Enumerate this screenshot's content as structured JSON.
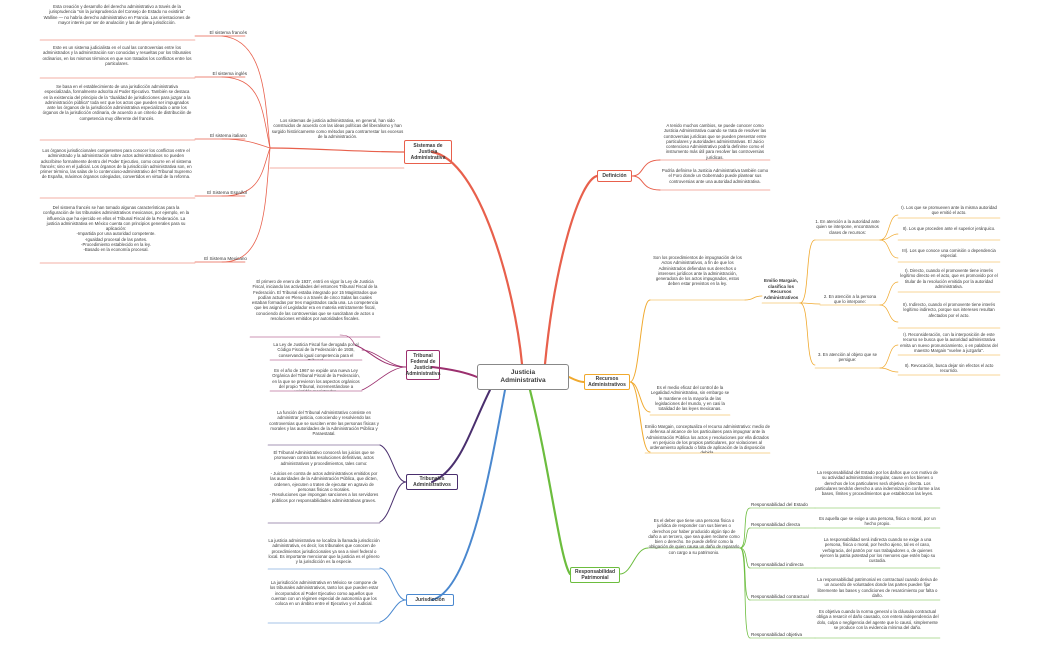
{
  "center_title": "Justicia\nAdministrativa",
  "colors": {
    "sistemas": "#e8604c",
    "definicion": "#e8604c",
    "tribunal_federal": "#9b2f6e",
    "tribunales": "#4a2f6e",
    "jurisdiccion": "#4a88cf",
    "recursos": "#f0a92e",
    "responsabilidad": "#6cbd3e"
  },
  "sistemas": {
    "title": "Sistemas de\nJusticia\nAdministrativa",
    "summary": "Los sistemas de justicia administrativa, en general, han sido construidos de acuerdo con las ideas políticas del liberalismo y han surgido históricamente como métodos para contrarrestar los excesos de la administración.",
    "frances_label": "El sistema francés",
    "frances_text": "Esta creación y desarrollo del derecho administrativo a través de la jurisprudencia \"sin la jurisprudencia del Consejo de Estado no existiría\" Walline — no habría derecho administrativo en Francia. Las orientaciones de mayor interés por ser de anulación y las de plena jurisdicción.",
    "ingles_label": "El sistema inglés",
    "ingles_text": "Este es un sistema judicialista en el cual las controversias entre los administrados y la administración son conocidas y resueltas por los tribunales ordinarios, en los mismos términos en que son tratados los conflictos entre los particulares.",
    "italiano_label": "El sistema italiano",
    "italiano_text": "Se basa en el establecimiento de una jurisdicción administrativa especializada, formalmente adscrita al Poder Ejecutivo. También se destaca en la existencia del principio de la \"dualidad de jurisdicciones para juzgar a la administración pública\" toda vez que los actos que pueden ser impugnados ante los órganos de la jurisdicción administrativa especializada o ante los órganos de la jurisdicción ordinaria, de acuerdo a un criterio de distribución de competencia muy diferente del francés.",
    "espanol_label": "El Sistema Español",
    "espanol_text": "Los órganos jurisdiccionales competentes para conocer los conflictos entre el administrado y la administración sobre actos administrativos no pueden adscribirse formalmente dentro del Poder Ejecutivo, como ocurre en el sistema francés; sino en el judicial. Los órganos de la jurisdicción administrativa son, en primer término, las salas de lo contencioso-administrativo del Tribunal Supremo de España, máximos órganos colegiados, convertidos en virtud de la reforma.",
    "mexicano_label": "El Sistema Mexicano",
    "mexicano_text": "Del sistema francés se han tomado algunas características para la configuración de los tribunales administrativos mexicanos, por ejemplo, en la influencia que ha ejercido en ellos el Tribunal Fiscal de la Federación. La justicia administrativa en México cuenta con principios generales para su aplicación:\n-Impartida por una autoridad competente.\n-Igualdad procesal de las partes.\n-Procedimiento establecido en la ley.\n-Basado en la economía procesal."
  },
  "tribunal_federal": {
    "title": "Tribunal\nFederal de\nJusticia\nAdministrativa",
    "text1": "El primero de enero de 1937, entró en vigor la Ley de Justicia Fiscal, iniciando las actividades del entonces Tribunal Fiscal de la Federación. El Tribunal estaba integrado por 15 Magistrados que podían actuar en Pleno o a través de cinco Salas las cuales estaban formadas por tres magistrados cada una. La competencia que les asignó el Legislador era en materia estrictamente fiscal, conociendo de las controversias que se suscitaban de actos o resoluciones emitidos por autoridades fiscales.",
    "text2": "La Ley de Justicia Fiscal fue derogada por el Código Fiscal de la Federación de 1938, conservando igual competencia para el Tribunal.",
    "text3": "En el año de 1967 se expide una nueva Ley Orgánica del Tribunal Fiscal de la Federación, en la que se previeron los aspectos orgánicos del propio Tribunal, incrementándose a veintidós magistrados."
  },
  "tribunales": {
    "title": "Tribunales\nAdministrativos",
    "text1": "La función del Tribunal Administrativo consiste en administrar justicia, conociendo y resolviendo las controversias que se susciten entre las personas físicas y morales y las autoridades de la Administración Pública y Paraestatal.",
    "text2": "El Tribunal Administrativo conocerá los juicios que se promuevan contra las resoluciones definitivas, actos administrativos y procedimientos, tales como:\n\n- Juicios en contra de actos administrativos emitidos por las autoridades de la Administración Pública, que dicten, ordenen, ejecuten o traten de ejecutar en agravio de personas físicas o morales.\n- Resoluciones que impongan sanciones a los servidores públicos por responsabilidades administrativas graves."
  },
  "jurisdiccion": {
    "title": "Jurisdicción",
    "text1": "La justicia administrativa se localiza la llamada jurisdicción administrativa, es decir, los tribunales que conocen de procedimientos jurisdiccionales ya sea a nivel federal o local. Es importante mencionar que la justicia es el género y la jurisdicción es la especie.",
    "text2": "La jurisdicción administrativa en México se compone de los tribunales administrativos, tanto los que pueden estar incorporados al Poder Ejecutivo como aquellos que cuentan con un régimen especial de autonomía que los coloca en un ámbito entre el Ejecutivo y el Judicial."
  },
  "definicion": {
    "title": "Definición",
    "text1": "A tenido muchos cambios, se puede conocer como Justicia Administrativa cuando se trata de resolver las controversias jurídicas que se pueden presentar entre particulares y autoridades administrativas. El Juicio contencioso Administrativo podría definirse como el instrumento más útil para resolver las controversias jurídicas.",
    "text2": "Podría definirse la Justicia Administrativa también como el Foro donde un Gobernado puede plantear sus controversias ante una autoridad administrativa."
  },
  "recursos": {
    "title": "Recursos\nAdministrativos",
    "intro": "Son los procedimientos de impugnación de los Actos Administrativos, a fin de que los Administrados defiendan sus derechos o intereses jurídicos ante la administración, generadora de los actos impugnados, estos deben estar previstos en la ley.",
    "control": "Es el medio eficaz del control de la Legalidad Administrativa, sin embargo se le mantiene en la mayoría de las legislaciones del mundo, y en casi la totalidad de las leyes mexicanas.",
    "margain": "Emilio Margain, conceptualiza el recurso administrativo: medio de defensa al alcance de los particulares para impugnar ante la Administración Pública los actos y resoluciones por ella dictados en perjuicio de los propios particulares, por violaciones al ordenamiento aplicado o falta de aplicación de la disposición debida.",
    "clasif_title": "Emilio Margain,\nclasifica los\nRecursos\nAdministrativos",
    "c1": "1. En atención a la autoridad ante quien se interpone, encontramos clases de recursos:",
    "c1a": "I). Los que se promueven ante la misma autoridad que emitió el acto.",
    "c1b": "II). Los que proceden ante el superior jerárquico.",
    "c1c": "III). Los que conoce una comisión o dependencia especial.",
    "c2": "2. En atención a la persona que lo interpone:",
    "c2a": "I). Directo, cuando el promovente tiene interés legítimo directo en el acto, que es promovido por el titular de la resolución emitida por la autoridad administrativa.",
    "c2b": "II). Indirecto, cuando el promovente tiene interés legítimo indirecto, porque sus intereses resultan afectados por el acto.",
    "c3": "3. En atención al objeto que se persigue:",
    "c3a": "I). Reconsideración, con la interposición de este recurso se busca que la autoridad administrativa emita un nuevo pronunciamiento, o en palabras del maestro Margain \"vuelve a juzgarla\".",
    "c3b": "II). Revocación, busca dejar sin efectos el acto recurrido."
  },
  "responsabilidad": {
    "title": "Responsabilidad\nPatrimonial",
    "intro": "Es el deber que tiene una persona física o jurídica de responder con sus bienes o derechos por haber producido algún tipo de daño a un tercero, que sea quien reclame como bien o derecho. Se puede definir como la obligación de quien causa un daño de repararlo con cargo a su patrimonio.",
    "estado_label": "Responsabilidad del Estado",
    "estado_text": "La responsabilidad del Estado por los daños que con motivo de su actividad administrativa irregular, cause en los bienes o derechos de los particulares será objetiva y directa. Los particulares tendrán derecho a una indemnización conforme a las bases, límites y procedimientos que establezcan las leyes.",
    "directa_label": "Responsabilidad directa",
    "directa_text": "Es aquella que se exige a una persona, física o moral, por un hecho propio.",
    "indirecta_label": "Responsabilidad indirecta",
    "indirecta_text": "La responsabilidad será indirecta cuando se exige a una persona, física o moral, por hecho ajeno, tal es el caso, verbigracia, del patrón por sus trabajadores o, de quienes ejercen la patria potestad por los menores que estén bajo su custodia.",
    "contractual_label": "Responsabilidad contractual",
    "contractual_text": "La responsabilidad patrimonial es contractual cuando deriva de un acuerdo de voluntades donde las partes pueden fijar libremente las bases y condiciones de resarcimiento por falta o daño.",
    "objetiva_label": "Responsabilidad objetiva",
    "objetiva_text": "Es objetiva cuando la norma general o la cláusula contractual obliga a resarcir el daño causado, con entera independencia del dolo, culpa o negligencia del agente que lo causó, simplemente se produce con la evidencia mínima del daño."
  }
}
